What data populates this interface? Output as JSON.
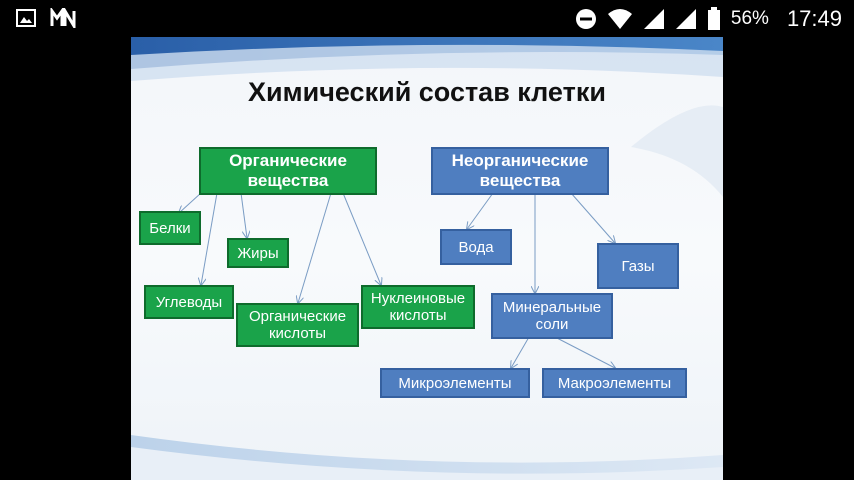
{
  "status_bar": {
    "battery": "56%",
    "time": "17:49"
  },
  "slide": {
    "title": "Химический состав клетки",
    "organic": {
      "label": "Органические вещества",
      "items": [
        "Белки",
        "Жиры",
        "Углеводы",
        "Органические кислоты",
        "Нуклеиновые кислоты"
      ]
    },
    "inorganic": {
      "label": "Неорганические вещества",
      "items": [
        "Вода",
        "Газы",
        "Минеральные соли"
      ],
      "minerals": [
        "Микроэлементы",
        "Макроэлементы"
      ]
    },
    "colors": {
      "organic": "#1aa34a",
      "inorganic": "#4f7ec0"
    }
  }
}
